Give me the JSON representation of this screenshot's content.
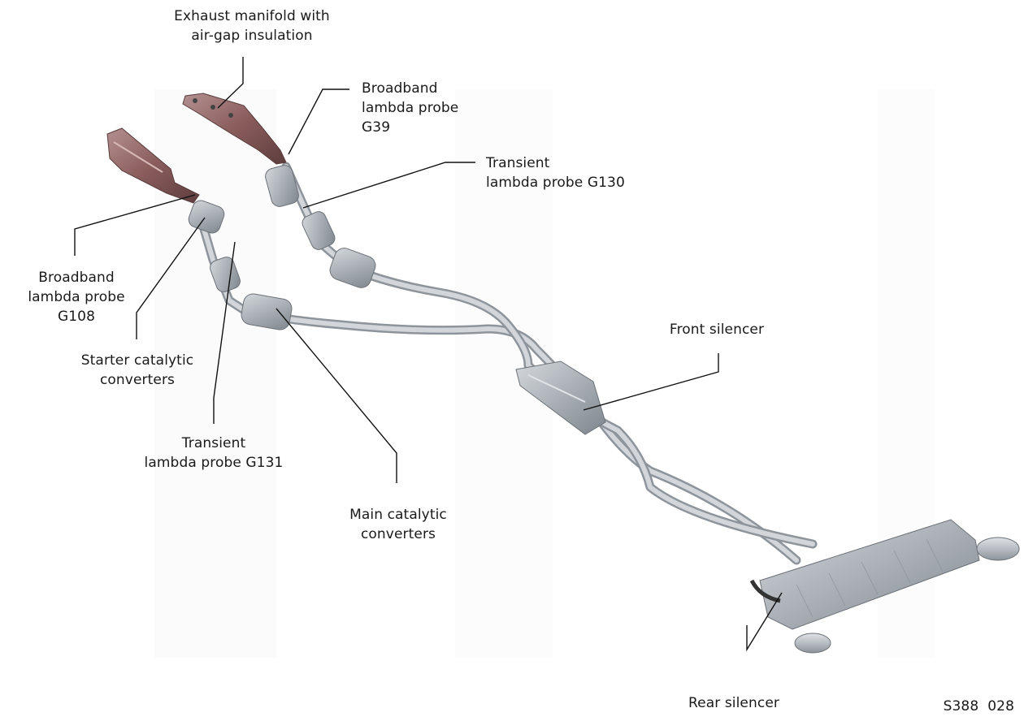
{
  "labels": {
    "exhaust_manifold": [
      "Exhaust manifold with",
      "air-gap insulation"
    ],
    "broadband_g39": [
      "Broadband",
      "lambda probe",
      "G39"
    ],
    "transient_g130": [
      "Transient",
      "lambda probe G130"
    ],
    "broadband_g108": [
      "Broadband",
      "lambda probe",
      "G108"
    ],
    "starter_cat": [
      "Starter catalytic",
      "converters"
    ],
    "transient_g131": [
      "Transient",
      "lambda probe G131"
    ],
    "main_cat": [
      "Main catalytic",
      "converters"
    ],
    "front_silencer": [
      "Front silencer"
    ],
    "rear_silencer": [
      "Rear silencer"
    ]
  },
  "figure_code": "S388_028",
  "colors": {
    "pipe": "#b9bdc3",
    "pipe_shade": "#8e949b",
    "manifold": "#8a5a5a",
    "silencer": "#a7adb3",
    "leader": "#111111"
  }
}
